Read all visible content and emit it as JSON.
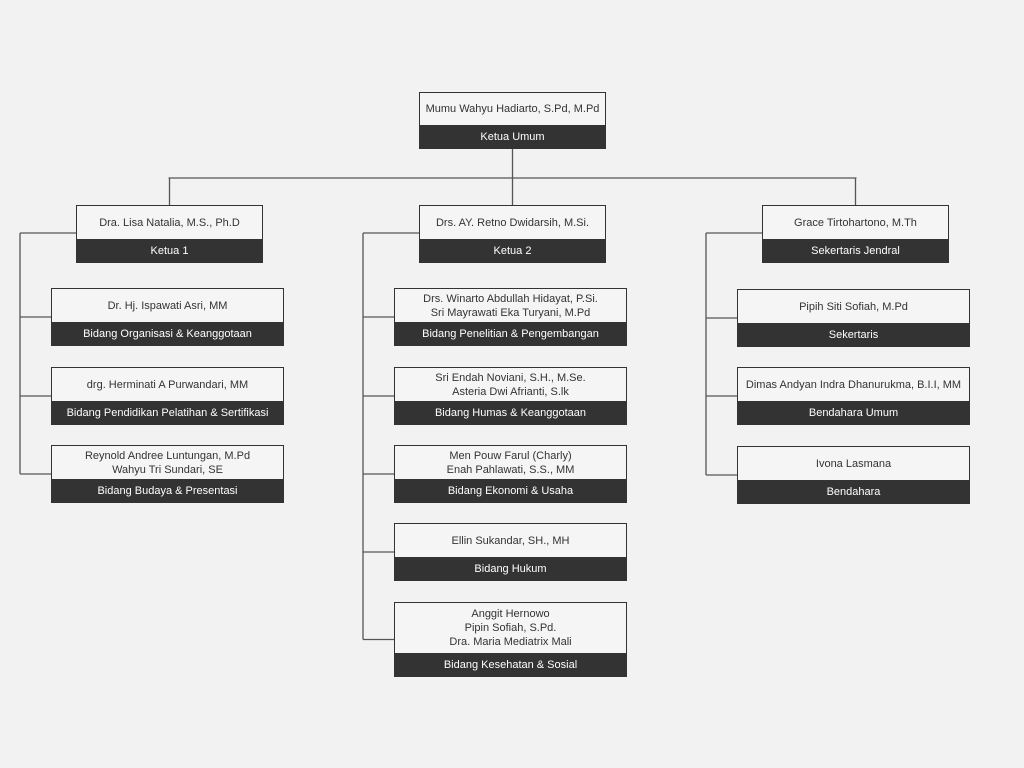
{
  "colors": {
    "background": "#f2f2f2",
    "box_fill": "#f5f5f5",
    "role_fill": "#333333",
    "line": "#555555"
  },
  "root": {
    "names": [
      "Mumu Wahyu Hadiarto, S.Pd, M.Pd"
    ],
    "role": "Ketua Umum"
  },
  "columns": [
    {
      "head": {
        "names": [
          "Dra. Lisa Natalia, M.S., Ph.D"
        ],
        "role": "Ketua 1"
      },
      "members": [
        {
          "names": [
            "Dr. Hj. Ispawati Asri, MM"
          ],
          "role": "Bidang Organisasi & Keanggotaan"
        },
        {
          "names": [
            "drg. Herminati A Purwandari, MM"
          ],
          "role": "Bidang Pendidikan Pelatihan & Sertifikasi"
        },
        {
          "names": [
            "Reynold Andree Luntungan, M.Pd",
            "Wahyu Tri Sundari, SE"
          ],
          "role": "Bidang Budaya & Presentasi"
        }
      ]
    },
    {
      "head": {
        "names": [
          "Drs. AY. Retno Dwidarsih, M.Si."
        ],
        "role": "Ketua 2"
      },
      "members": [
        {
          "names": [
            "Drs. Winarto Abdullah Hidayat, P.Si.",
            "Sri Mayrawati Eka Turyani, M.Pd"
          ],
          "role": "Bidang Penelitian & Pengembangan"
        },
        {
          "names": [
            "Sri Endah Noviani, S.H., M.Se.",
            "Asteria Dwi Afrianti, S.lk"
          ],
          "role": "Bidang Humas & Keanggotaan"
        },
        {
          "names": [
            "Men Pouw Farul (Charly)",
            "Enah Pahlawati, S.S., MM"
          ],
          "role": "Bidang Ekonomi & Usaha"
        },
        {
          "names": [
            "Ellin Sukandar, SH., MH"
          ],
          "role": "Bidang Hukum"
        },
        {
          "names": [
            "Anggit Hernowo",
            "Pipin Sofiah, S.Pd.",
            "Dra. Maria Mediatrix Mali"
          ],
          "role": "Bidang Kesehatan & Sosial"
        }
      ]
    },
    {
      "head": {
        "names": [
          "Grace Tirtohartono, M.Th"
        ],
        "role": "Sekertaris Jendral"
      },
      "members": [
        {
          "names": [
            "Pipih Siti Sofiah, M.Pd"
          ],
          "role": "Sekertaris"
        },
        {
          "names": [
            "Dimas Andyan Indra Dhanurukma, B.I.I, MM"
          ],
          "role": "Bendahara Umum"
        },
        {
          "names": [
            "Ivona Lasmana"
          ],
          "role": "Bendahara"
        }
      ]
    }
  ]
}
